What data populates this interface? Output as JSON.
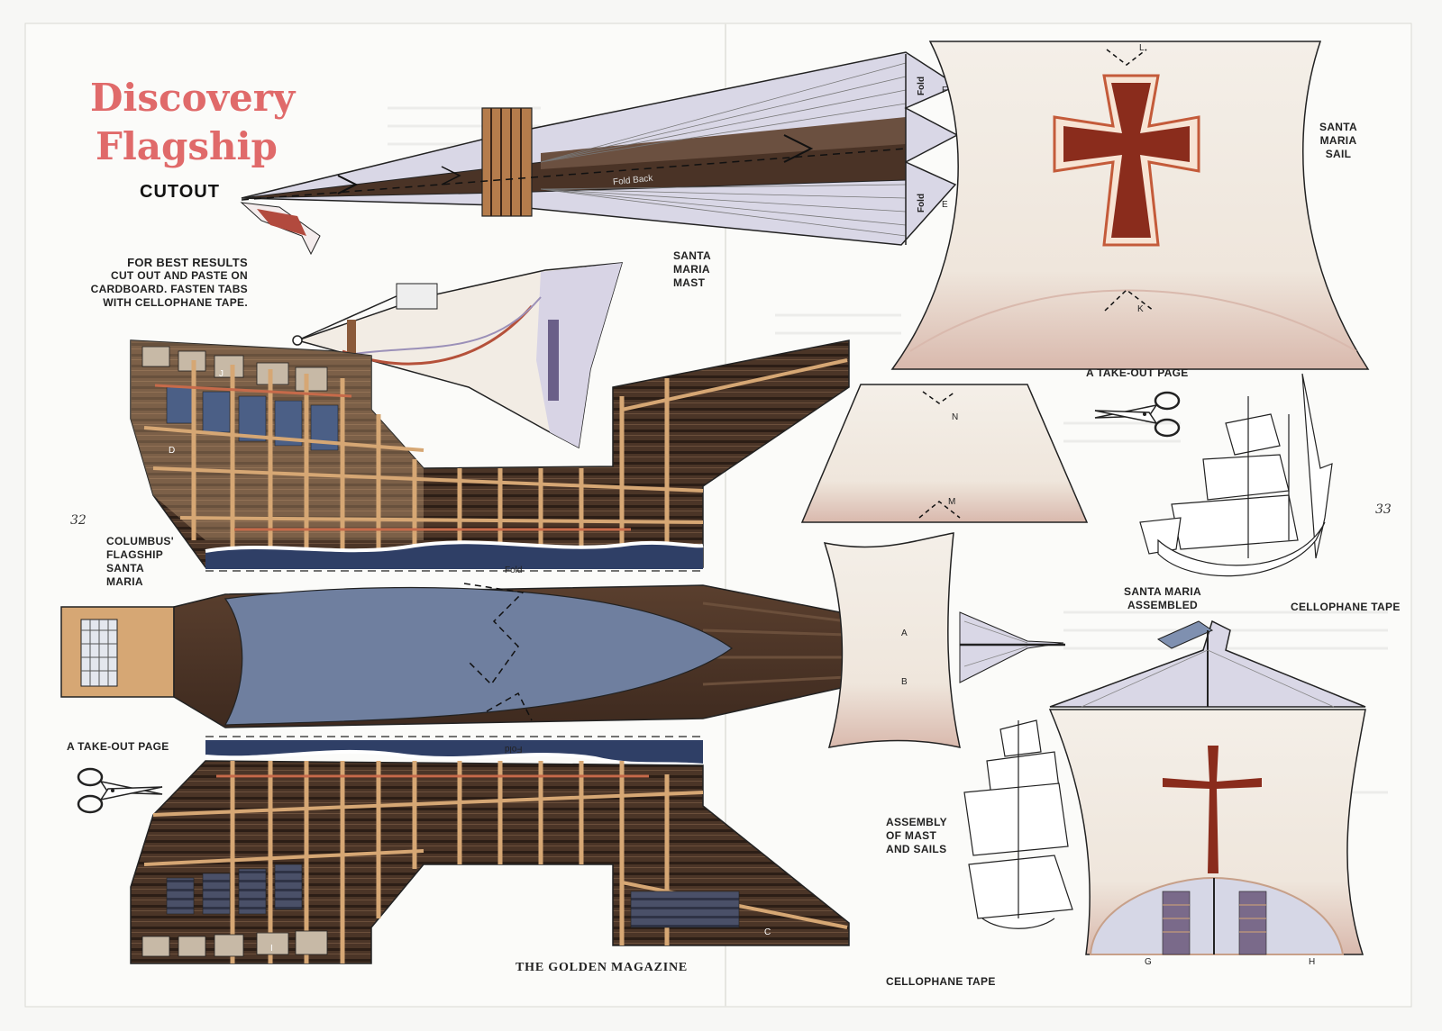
{
  "title": {
    "line1": "Discovery",
    "line2": "Flagship",
    "sub": "CUTOUT"
  },
  "instructions": [
    "FOR BEST RESULTS",
    "CUT OUT AND PASTE ON",
    "CARDBOARD. FASTEN TABS",
    "WITH CELLOPHANE TAPE."
  ],
  "labels": {
    "mast": [
      "SANTA",
      "MARIA",
      "MAST"
    ],
    "flagship": [
      "COLUMBUS'",
      "FLAGSHIP",
      "SANTA",
      "MARIA"
    ],
    "takeout_left": "A TAKE-OUT PAGE",
    "takeout_right": "A TAKE-OUT PAGE",
    "sail": [
      "SANTA",
      "MARIA",
      "SAIL"
    ],
    "assembled": [
      "SANTA MARIA",
      "ASSEMBLED"
    ],
    "tape_right": "CELLOPHANE TAPE",
    "tape_bottom": "CELLOPHANE TAPE",
    "assembly": [
      "ASSEMBLY",
      "OF MAST",
      "AND SAILS"
    ]
  },
  "page_numbers": {
    "left": "32",
    "right": "33"
  },
  "footer": "THE GOLDEN MAGAZINE",
  "fold_labels": {
    "f": "Fold",
    "e": "Fold",
    "hull_top": "Fold",
    "hull_bottom": "Fold",
    "mast_mid": "Fold Back"
  },
  "piece_letters": {
    "F": "F",
    "E": "E",
    "L": "L",
    "K": "K",
    "N": "N",
    "M": "M",
    "J": "J",
    "D": "D",
    "A": "A",
    "B": "B",
    "C": "C",
    "I": "I",
    "G": "G",
    "H": "H"
  },
  "colors": {
    "paper": "#f7f7f5",
    "title": "#e06a6a",
    "wood_dark": "#4a3326",
    "wood_mid": "#7a5a44",
    "wood_light": "#d8b188",
    "deck_blue": "#6f7f9f",
    "sail": "#f1e9df",
    "sail_shade": "#e3c9be",
    "cross": "#8a2c1c",
    "mast_lavender": "#d5d3e4",
    "water": "#2f3f66"
  },
  "icons": [
    "scissors-icon",
    "scissors-icon"
  ]
}
